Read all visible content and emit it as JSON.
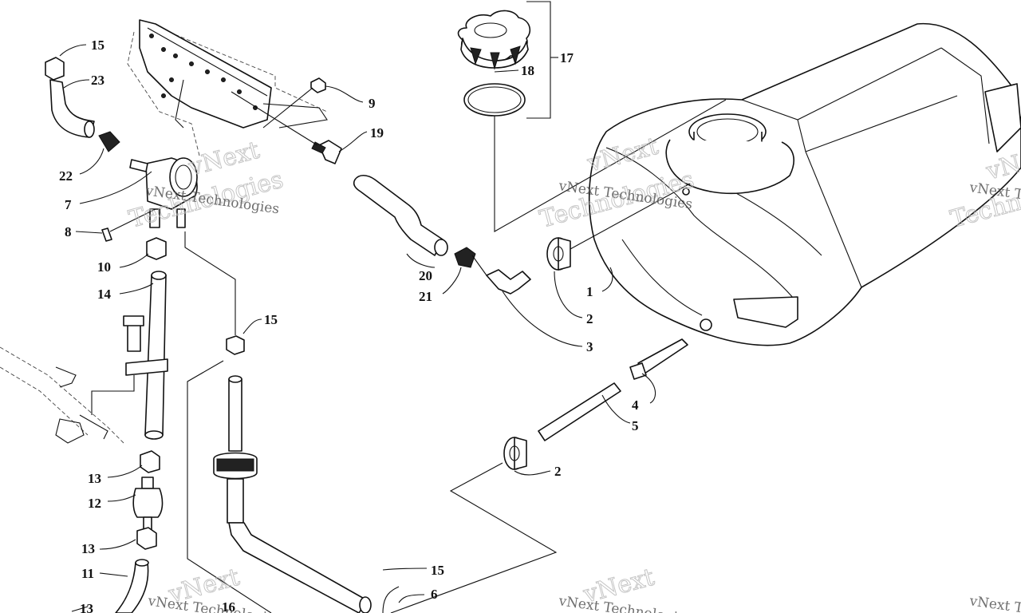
{
  "watermark": {
    "line1": "vNext Technologies",
    "outline_top": "vNext",
    "outline_bottom": "Technologies"
  },
  "callouts": [
    {
      "id": "c15a",
      "text": "15"
    },
    {
      "id": "c23",
      "text": "23"
    },
    {
      "id": "c22",
      "text": "22"
    },
    {
      "id": "c7",
      "text": "7"
    },
    {
      "id": "c8",
      "text": "8"
    },
    {
      "id": "c10",
      "text": "10"
    },
    {
      "id": "c14",
      "text": "14"
    },
    {
      "id": "c13a",
      "text": "13"
    },
    {
      "id": "c12",
      "text": "12"
    },
    {
      "id": "c13b",
      "text": "13"
    },
    {
      "id": "c11",
      "text": "11"
    },
    {
      "id": "c13c",
      "text": "13"
    },
    {
      "id": "c16",
      "text": "16"
    },
    {
      "id": "c15b",
      "text": "15"
    },
    {
      "id": "c15c",
      "text": "15"
    },
    {
      "id": "c6",
      "text": "6"
    },
    {
      "id": "c9",
      "text": "9"
    },
    {
      "id": "c19",
      "text": "19"
    },
    {
      "id": "c20",
      "text": "20"
    },
    {
      "id": "c21",
      "text": "21"
    },
    {
      "id": "c17",
      "text": "17"
    },
    {
      "id": "c18",
      "text": "18"
    },
    {
      "id": "c1",
      "text": "1"
    },
    {
      "id": "c2a",
      "text": "2"
    },
    {
      "id": "c3",
      "text": "3"
    },
    {
      "id": "c4",
      "text": "4"
    },
    {
      "id": "c5",
      "text": "5"
    },
    {
      "id": "c2b",
      "text": "2"
    }
  ]
}
